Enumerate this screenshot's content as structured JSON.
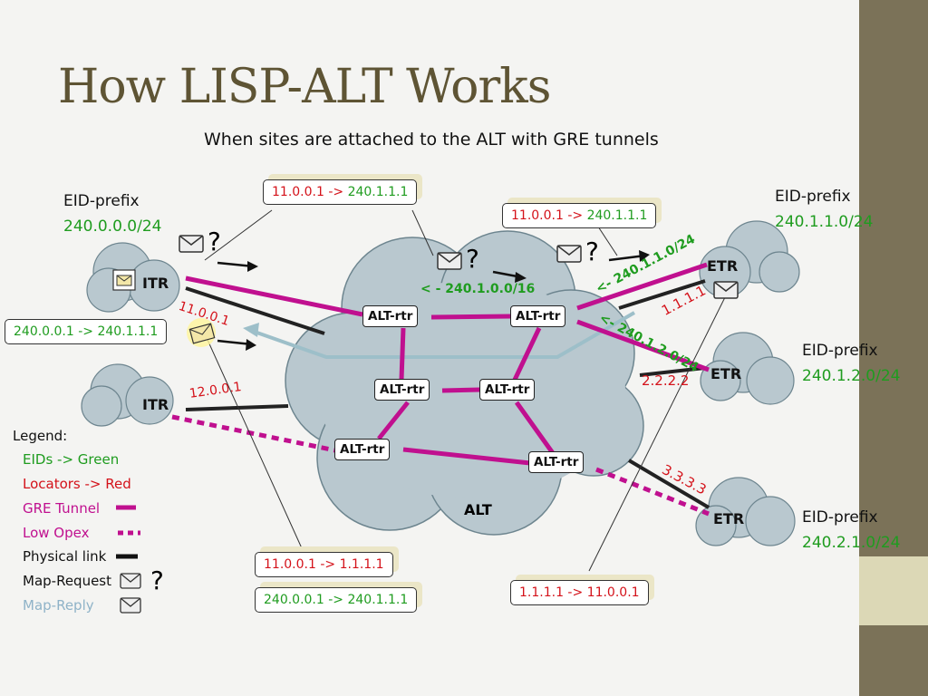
{
  "title": "How LISP-ALT Works",
  "subtitle": "When sites are attached to the ALT with GRE tunnels",
  "cloud_label": "ALT",
  "alt_router_label": "ALT-rtr",
  "itr_label": "ITR",
  "etr_label": "ETR",
  "eid_prefix_label": "EID-prefix",
  "eid_prefixes": {
    "itr1": "240.0.0.0/24",
    "etr1": "240.1.1.0/24",
    "etr2": "240.1.2.0/24",
    "etr3": "240.2.1.0/24"
  },
  "locators": {
    "itr1": "11.0.0.1",
    "itr2": "12.0.0.1",
    "etr1": "1.1.1.1",
    "etr2": "2.2.2.2",
    "etr3": "3.3.3.3"
  },
  "route_labels": {
    "alt_prefix": "< - 240.1.0.0/16",
    "etr1_prefix": "<- 240.1.1.0/24",
    "etr2_prefix": "<- 240.1.2.0/24"
  },
  "question_mark": "?",
  "packet_boxes": {
    "top_center": {
      "src": "11.0.0.1 ->",
      "dst": "240.1.1.1"
    },
    "top_right": {
      "src": "11.0.0.1 ->",
      "dst": "240.1.1.1"
    },
    "left_inner": "240.0.0.1 -> 240.1.1.1",
    "bottom_outer": "11.0.0.1 -> 1.1.1.1",
    "bottom_inner": "240.0.0.1 -> 240.1.1.1",
    "bottom_right": "1.1.1.1 -> 11.0.0.1"
  },
  "legend": {
    "title": "Legend:",
    "items": [
      {
        "label": "EIDs -> Green",
        "color": "#1f9c1f"
      },
      {
        "label": "Locators -> Red",
        "color": "#d4121a"
      },
      {
        "label": "GRE Tunnel",
        "color": "#c0108f",
        "swatch": "solid-magenta"
      },
      {
        "label": "Low Opex",
        "color": "#c0108f",
        "swatch": "dotted-magenta"
      },
      {
        "label": "Physical link",
        "color": "#111111",
        "swatch": "solid-black"
      },
      {
        "label": "Map-Request",
        "color": "#111111",
        "swatch": "envelope-question"
      },
      {
        "label": "Map-Reply",
        "color": "#8fb3c8",
        "swatch": "envelope"
      }
    ]
  },
  "colors": {
    "title": "#5e5434",
    "gre_tunnel": "#c0108f",
    "physical_link": "#222222",
    "map_reply_path": "#9dbfc9",
    "cloud_fill": "#b9c8cf",
    "eid": "#1f9c1f",
    "locator": "#d4121a",
    "side_bar": "#7b7258"
  }
}
